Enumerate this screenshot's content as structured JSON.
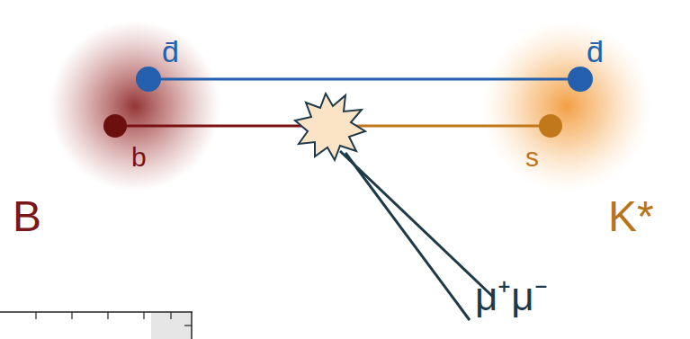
{
  "diagram": {
    "nodes": [
      {
        "text": [
          "B"
        ]
      },
      {
        "text": [
          "K*"
        ]
      }
    ],
    "labels": [
      "d̄",
      "d̄",
      "b",
      "s",
      "μ⁺μ⁻"
    ]
  }
}
